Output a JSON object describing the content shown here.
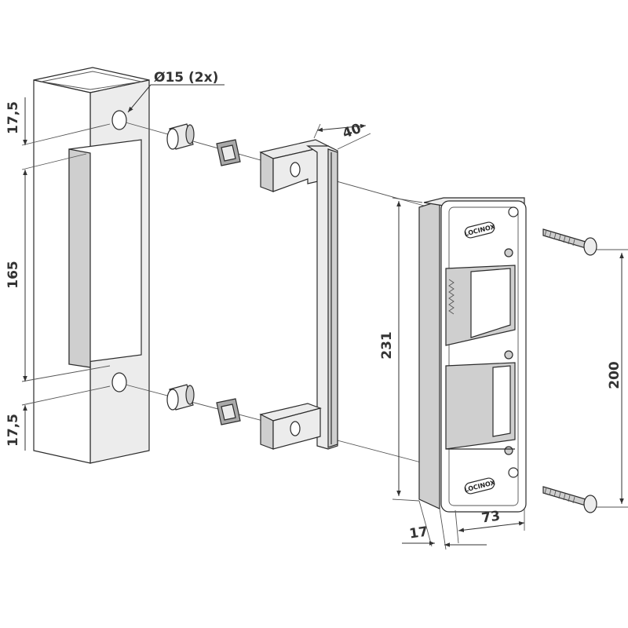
{
  "dimensions": {
    "hole_spec": "Ø15 (2x)",
    "top_offset": "17,5",
    "slot_height": "165",
    "bottom_offset": "17,5",
    "bracket_depth": "40",
    "lock_height": "231",
    "screw_spacing": "200",
    "lock_width": "73",
    "lock_depth": "17"
  },
  "brand": {
    "logo_top": "LOCINOX",
    "logo_bottom": "LOCINOX"
  }
}
